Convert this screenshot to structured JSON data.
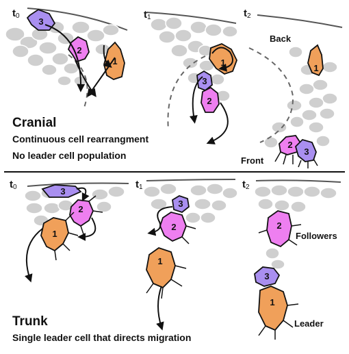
{
  "cranial": {
    "heading": "Cranial",
    "line1": "Continuous cell rearrangment",
    "line2": "No leader cell population",
    "time_labels": [
      {
        "base": "t",
        "sub": "0"
      },
      {
        "base": "t",
        "sub": "1"
      },
      {
        "base": "t",
        "sub": "2"
      }
    ],
    "back_label": "Back",
    "front_label": "Front",
    "cell_numbers": {
      "n1": "1",
      "n2": "2",
      "n3": "3"
    }
  },
  "trunk": {
    "heading": "Trunk",
    "line1": "Single leader cell that directs migration",
    "time_labels": [
      {
        "base": "t",
        "sub": "0"
      },
      {
        "base": "t",
        "sub": "1"
      },
      {
        "base": "t",
        "sub": "2"
      }
    ],
    "followers_label": "Followers",
    "leader_label": "Leader",
    "cell_numbers": {
      "n1": "1",
      "n2": "2",
      "n3": "3"
    }
  },
  "colors": {
    "cell1": "#f0a05a",
    "cell2": "#ee7ff0",
    "cell3": "#a98ff0",
    "background_cells": "#cfcfcf",
    "outline": "#111111"
  }
}
